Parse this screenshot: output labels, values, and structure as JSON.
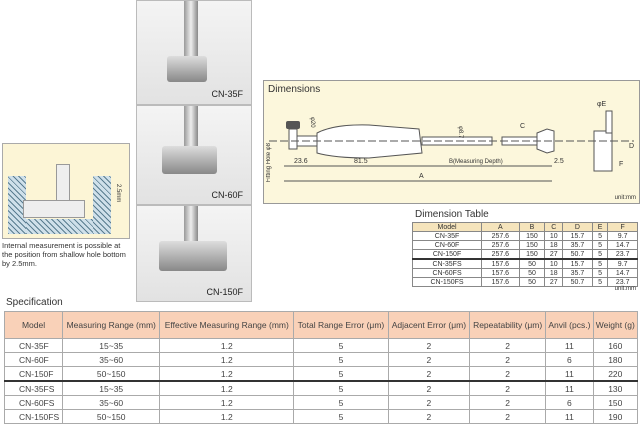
{
  "photos": [
    {
      "label": "CN-35F"
    },
    {
      "label": "CN-60F"
    },
    {
      "label": "CN-150F"
    }
  ],
  "illustration": {
    "caption": "Internal measurement is possible at the position from shallow hole bottom by 2.5mm.",
    "dim_label": "2.5mm"
  },
  "dimensions": {
    "title": "Dimensions",
    "labels": {
      "phi20": "φ20",
      "phi87": "φ8.7",
      "c": "C",
      "d": "D",
      "e": "φE",
      "f": "F",
      "l236": "23.6",
      "l815": "81.5",
      "b": "B(Measuring Depth)",
      "l25": "2.5",
      "a": "A",
      "fitting": "Fitting Hole φ8"
    },
    "unit": "unit:mm"
  },
  "dimension_table": {
    "title": "Dimension Table",
    "headers": [
      "Model",
      "A",
      "B",
      "C",
      "D",
      "E",
      "F"
    ],
    "rows": [
      [
        "CN-35F",
        "257.6",
        "150",
        "10",
        "15.7",
        "5",
        "9.7"
      ],
      [
        "CN-60F",
        "257.6",
        "150",
        "18",
        "35.7",
        "5",
        "14.7"
      ],
      [
        "CN-150F",
        "257.6",
        "150",
        "27",
        "50.7",
        "5",
        "23.7"
      ],
      [
        "CN-35FS",
        "157.6",
        "50",
        "10",
        "15.7",
        "5",
        "9.7"
      ],
      [
        "CN-60FS",
        "157.6",
        "50",
        "18",
        "35.7",
        "5",
        "14.7"
      ],
      [
        "CN-150FS",
        "157.6",
        "50",
        "27",
        "50.7",
        "5",
        "23.7"
      ]
    ],
    "unit": "unit:mm"
  },
  "specification": {
    "title": "Specification",
    "headers": [
      "Model",
      "Measuring Range (mm)",
      "Effective Measuring Range (mm)",
      "Total Range Error (μm)",
      "Adjacent Error (μm)",
      "Repeatability (μm)",
      "Anvil (pcs.)",
      "Weight (g)"
    ],
    "rows": [
      [
        "CN-35F",
        "15~35",
        "1.2",
        "5",
        "2",
        "2",
        "11",
        "160"
      ],
      [
        "CN-60F",
        "35~60",
        "1.2",
        "5",
        "2",
        "2",
        "6",
        "180"
      ],
      [
        "CN-150F",
        "50~150",
        "1.2",
        "5",
        "2",
        "2",
        "11",
        "220"
      ],
      [
        "CN-35FS",
        "15~35",
        "1.2",
        "5",
        "2",
        "2",
        "11",
        "130"
      ],
      [
        "CN-60FS",
        "35~60",
        "1.2",
        "5",
        "2",
        "2",
        "6",
        "150"
      ],
      [
        "CN-150FS",
        "50~150",
        "1.2",
        "5",
        "2",
        "2",
        "11",
        "190"
      ]
    ]
  }
}
